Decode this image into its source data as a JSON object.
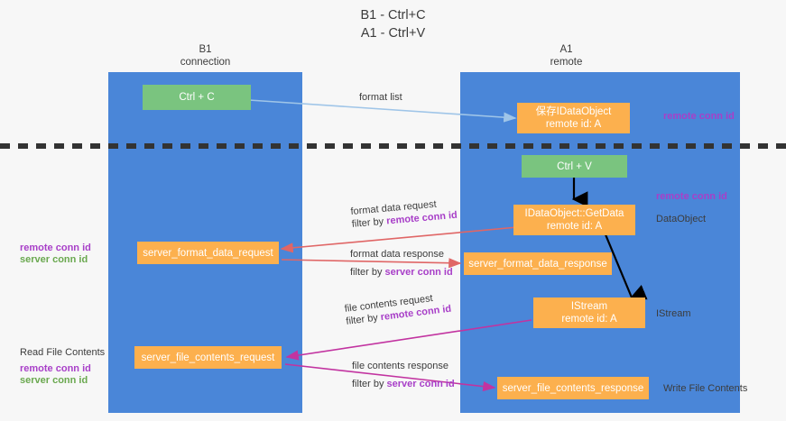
{
  "title": {
    "line1": "B1 - Ctrl+C",
    "line2": "A1 - Ctrl+V"
  },
  "columns": [
    {
      "name": "B1",
      "role": "connection"
    },
    {
      "name": "A1",
      "role": "remote"
    }
  ],
  "colors": {
    "lane": "#4a86d8",
    "green_box": "#7ac47f",
    "orange_box": "#fcb04e",
    "remote_conn_id": "#a83fc8",
    "server_conn_id": "#6aa84f",
    "format_list_arrow": "#9fc5e8",
    "format_data_arrow": "#e06666",
    "file_contents_arrow": "#c233a0",
    "control_arrow": "#000000",
    "divider": "#333333",
    "background": "#f7f7f7"
  },
  "nodes": {
    "ctrl_c": {
      "label": "Ctrl + C"
    },
    "ctrl_v": {
      "label": "Ctrl + V"
    },
    "save_idataobject": {
      "label": "保存IDataObject",
      "sub": "remote id: A"
    },
    "getdata": {
      "label": "IDataObject::GetData",
      "sub": "remote id: A"
    },
    "istream": {
      "label": "IStream",
      "sub": "remote id: A"
    },
    "server_format_data_request": {
      "label": "server_format_data_request"
    },
    "server_format_data_response": {
      "label": "server_format_data_response"
    },
    "server_file_contents_request": {
      "label": "server_file_contents_request"
    },
    "server_file_contents_response": {
      "label": "server_file_contents_response"
    }
  },
  "edges": {
    "format_list": {
      "label": "format list"
    },
    "format_data_request": {
      "label": "format data request",
      "filter_prefix": "filter by ",
      "filter_key": "remote conn id"
    },
    "format_data_response": {
      "label": "format data response",
      "filter_prefix": "filter by ",
      "filter_key": "server conn id"
    },
    "file_contents_request": {
      "label": "file contents request",
      "filter_prefix": "filter by ",
      "filter_key": "remote conn id"
    },
    "file_contents_response": {
      "label": "file contents response",
      "filter_prefix": "filter by ",
      "filter_key": "server conn id"
    }
  },
  "annotations": {
    "right_top_remote": "remote conn id",
    "right_mid_remote": "remote conn id",
    "right_dataobject": "DataObject",
    "right_istream": "IStream",
    "right_write_file": "Write File Contents",
    "left_remote_conn_id": "remote conn id",
    "left_server_conn_id": "server conn id",
    "left_read_file": "Read File Contents",
    "left_bottom_remote_conn_id": "remote conn id",
    "left_bottom_server_conn_id": "server conn id"
  }
}
